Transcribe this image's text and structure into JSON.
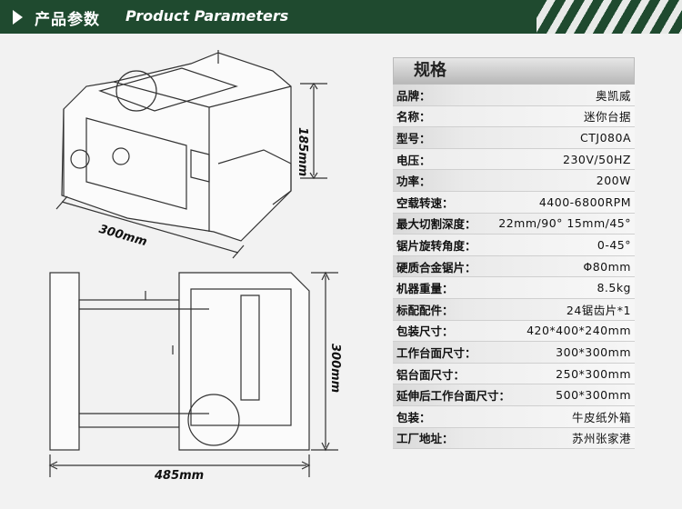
{
  "header": {
    "title_cn": "产品参数",
    "title_en": "Product Parameters"
  },
  "spec": {
    "title": "规格",
    "rows": [
      {
        "label": "品牌：",
        "value": "奥凯威"
      },
      {
        "label": "名称：",
        "value": "迷你台据"
      },
      {
        "label": "型号：",
        "value": "CTJ080A"
      },
      {
        "label": "电压：",
        "value": "230V/50HZ"
      },
      {
        "label": "功率：",
        "value": "200W"
      },
      {
        "label": "空载转速：",
        "value": "4400-6800RPM"
      },
      {
        "label": "最大切割深度：",
        "value": "22mm/90° 15mm/45°"
      },
      {
        "label": "锯片旋转角度：",
        "value": "0-45°"
      },
      {
        "label": "硬质合金锯片：",
        "value": "Φ80mm"
      },
      {
        "label": "机器重量：",
        "value": "8.5kg"
      },
      {
        "label": "标配配件：",
        "value": "24锯齿片*1"
      },
      {
        "label": "包装尺寸：",
        "value": "420*400*240mm"
      },
      {
        "label": "工作台面尺寸：",
        "value": "300*300mm"
      },
      {
        "label": "铝台面尺寸：",
        "value": "250*300mm"
      },
      {
        "label": "延伸后工作台面尺寸：",
        "value": "500*300mm"
      },
      {
        "label": "包装：",
        "value": "牛皮纸外箱"
      },
      {
        "label": "工厂地址：",
        "value": "苏州张家港"
      }
    ]
  },
  "dimensions": {
    "height": "185mm",
    "width_top": "300mm",
    "depth": "300mm",
    "width_bottom": "485mm"
  }
}
